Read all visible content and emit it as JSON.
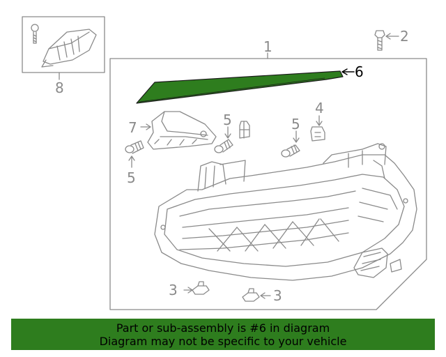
{
  "diagram": {
    "callouts": {
      "part_1": "1",
      "part_2": "2",
      "part_3_left": "3",
      "part_3_right": "3",
      "part_4": "4",
      "part_5_a": "5",
      "part_5_b": "5",
      "part_5_c": "5",
      "part_6": "6",
      "part_7": "7",
      "part_8": "8"
    },
    "colors": {
      "line": "#8a8a8a",
      "highlight_part": "#2e7d1e",
      "highlight_callout": "#000000"
    }
  },
  "banner": {
    "line1": "Part or sub-assembly is #6 in diagram",
    "line2": "Diagram may not be specific to your vehicle",
    "background": "#2e7d1e"
  }
}
